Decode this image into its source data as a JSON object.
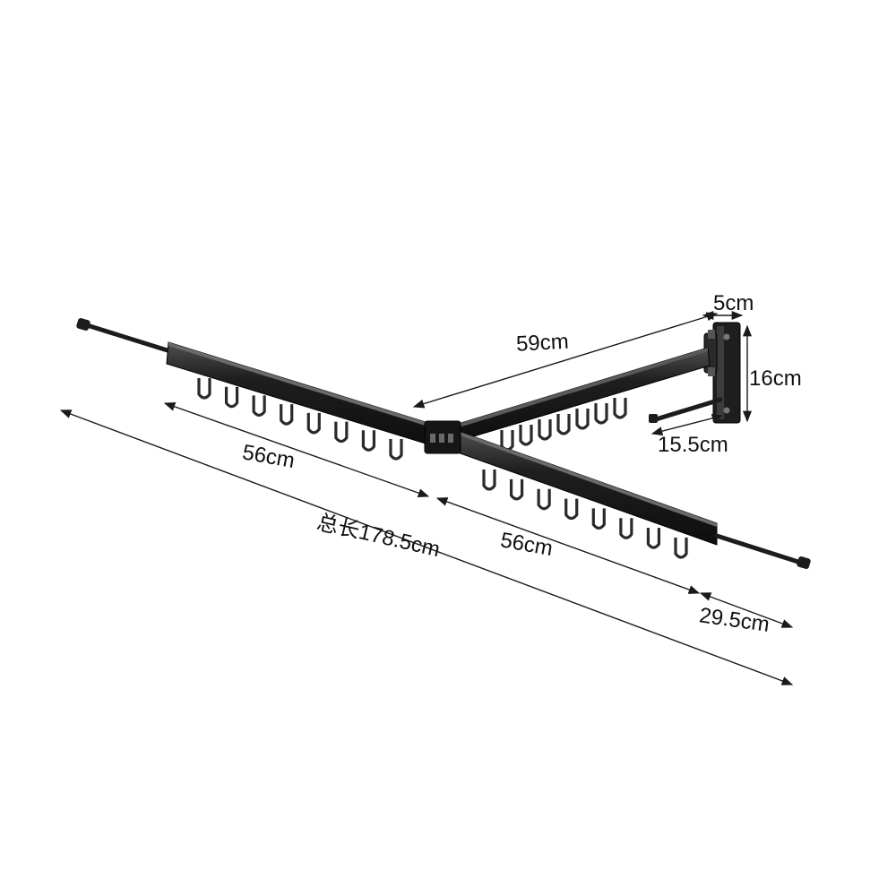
{
  "labels": {
    "top_width": "5cm",
    "arm_length": "59cm",
    "bracket_height": "16cm",
    "bottom_rod": "15.5cm",
    "left_section": "56cm",
    "right_section": "56cm",
    "total_length": "总长178.5cm",
    "extension": "29.5cm"
  },
  "colors": {
    "metal": "#1c1c1c",
    "metal_highlight": "#4a4a4a",
    "dimension": "#1a1a1a"
  },
  "hooks": {
    "left_bar_count": 8,
    "right_bar_count": 8,
    "arm_count": 7
  }
}
